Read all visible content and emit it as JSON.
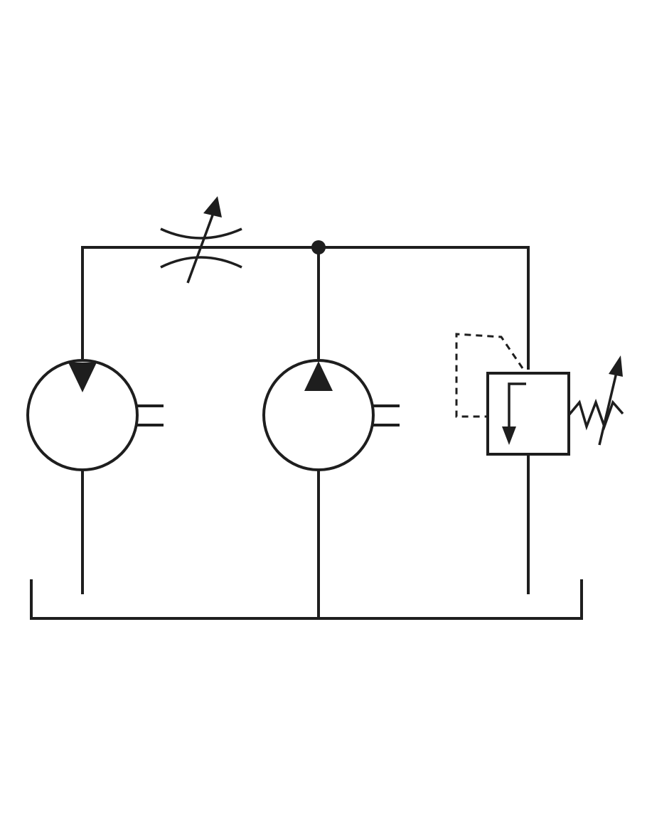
{
  "diagram": {
    "type": "hydraulic-circuit",
    "colors": {
      "stroke": "#1e1e1e",
      "background": "#ffffff"
    },
    "components": [
      {
        "id": "motor-left",
        "symbol": "hydraulic-motor",
        "icon": "motor-icon"
      },
      {
        "id": "pump-center",
        "symbol": "hydraulic-pump",
        "icon": "pump-icon"
      },
      {
        "id": "relief-valve",
        "symbol": "adjustable-pressure-relief-valve",
        "icon": "relief-valve-icon"
      },
      {
        "id": "throttle",
        "symbol": "adjustable-throttle-valve",
        "icon": "throttle-icon"
      },
      {
        "id": "tank",
        "symbol": "reservoir",
        "icon": "tank-icon"
      }
    ]
  }
}
